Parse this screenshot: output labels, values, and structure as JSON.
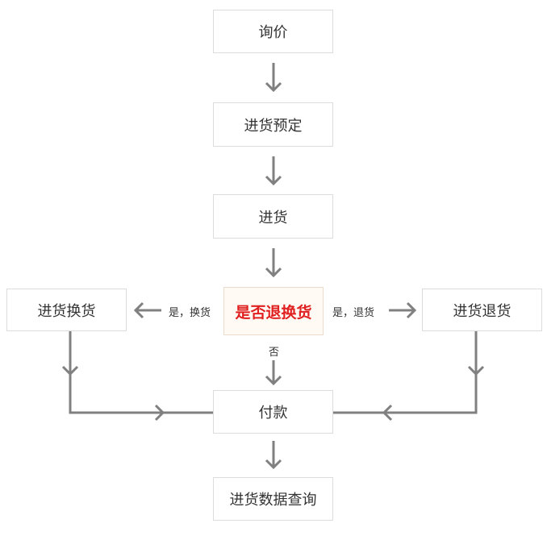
{
  "nodes": {
    "inquiry": "询价",
    "reserve": "进货预定",
    "purchase": "进货",
    "decision": "是否退换货",
    "exchange": "进货换货",
    "return": "进货退货",
    "payment": "付款",
    "query": "进货数据查询"
  },
  "edges": {
    "yes_exchange": "是，换货",
    "yes_return": "是，退货",
    "no": "否"
  },
  "colors": {
    "arrow": "#808080",
    "box_border": "#dcdcdc",
    "decision_text": "#e02020",
    "decision_bg": "#fffaf3"
  }
}
